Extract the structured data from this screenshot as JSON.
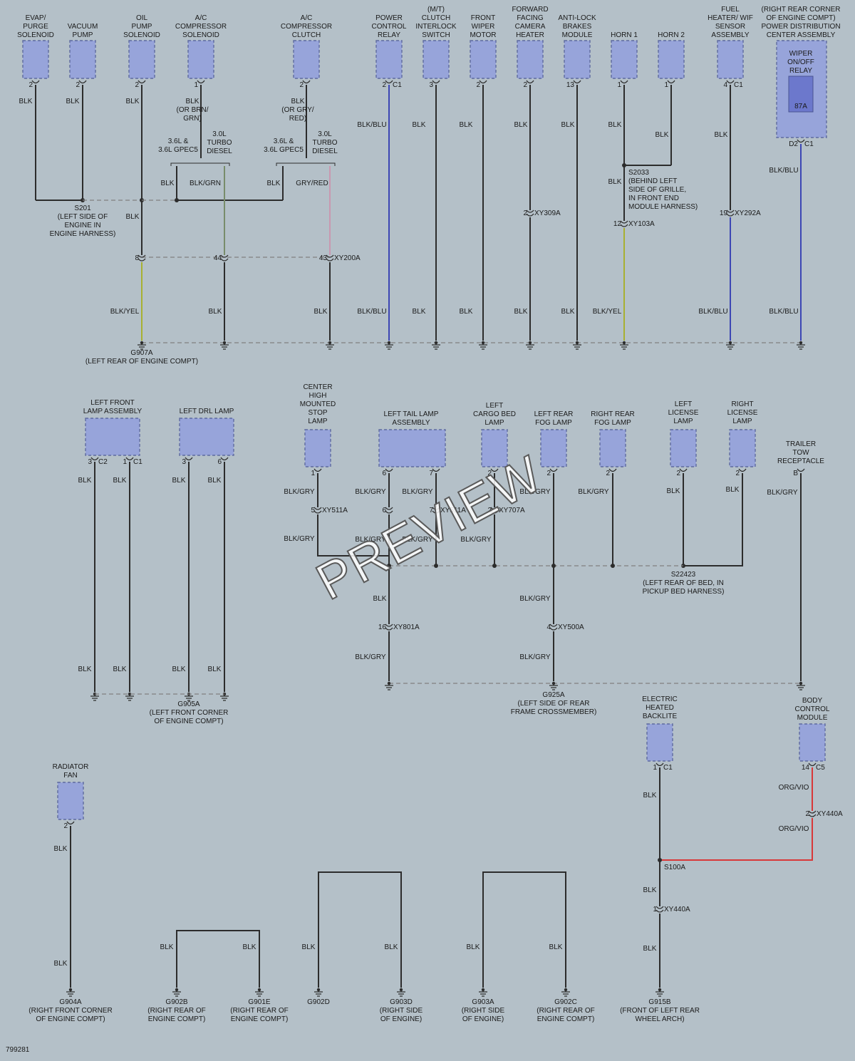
{
  "doc_id": "799281",
  "watermark": "PREVIEW",
  "colors": {
    "background": "#b4c0c8",
    "component_fill": "#97a4da",
    "component_border": "#5f6b9f",
    "wire_black": "#2c2c2c",
    "wire_blue": "#3c46b4",
    "wire_yellow": "#a8b030",
    "wire_red": "#d83838",
    "wire_pink": "#c898b0",
    "wire_green": "#788c6a",
    "ground_dash": "#808080"
  },
  "components": [
    {
      "id": "evap",
      "label": [
        "EVAP/",
        "PURGE",
        "SOLENOID"
      ],
      "pin": "2"
    },
    {
      "id": "vacuum",
      "label": [
        "VACUUM",
        "PUMP"
      ],
      "pin": "2"
    },
    {
      "id": "oil",
      "label": [
        "OIL",
        "PUMP",
        "SOLENOID"
      ],
      "pin": "2"
    },
    {
      "id": "acsol",
      "label": [
        "A/C",
        "COMPRESSOR",
        "SOLENOID"
      ],
      "pin": "1"
    },
    {
      "id": "accl",
      "label": [
        "A/C",
        "COMPRESSOR",
        "CLUTCH"
      ],
      "pin": "2"
    },
    {
      "id": "pcr",
      "label": [
        "POWER",
        "CONTROL",
        "RELAY"
      ],
      "pin": "2",
      "conn": "C1"
    },
    {
      "id": "clutch",
      "label": [
        "(M/T)",
        "CLUTCH",
        "INTERLOCK",
        "SWITCH"
      ],
      "pin": "3"
    },
    {
      "id": "wiper",
      "label": [
        "FRONT",
        "WIPER",
        "MOTOR"
      ],
      "pin": "2"
    },
    {
      "id": "camera",
      "label": [
        "FORWARD",
        "FACING",
        "CAMERA",
        "HEATER"
      ],
      "pin": "2"
    },
    {
      "id": "abs",
      "label": [
        "ANTI-LOCK",
        "BRAKES",
        "MODULE"
      ],
      "pin": "13"
    },
    {
      "id": "horn1",
      "label": [
        "HORN 1"
      ],
      "pin": "1"
    },
    {
      "id": "horn2",
      "label": [
        "HORN 2"
      ],
      "pin": "1"
    },
    {
      "id": "fuel",
      "label": [
        "FUEL",
        "HEATER/ WIF",
        "SENSOR",
        "ASSEMBLY"
      ],
      "pin": "4",
      "conn": "C1"
    },
    {
      "id": "pdc",
      "label": [
        "(RIGHT REAR CORNER",
        "OF ENGINE COMPT)",
        "POWER DISTRIBUTION",
        "CENTER ASSEMBLY"
      ],
      "pin": "D2",
      "conn": "C1"
    },
    {
      "id": "lfront",
      "label": [
        "LEFT FRONT",
        "LAMP ASSEMBLY"
      ]
    },
    {
      "id": "ldrl",
      "label": [
        "LEFT DRL LAMP"
      ]
    },
    {
      "id": "chmsl",
      "label": [
        "CENTER",
        "HIGH",
        "MOUNTED",
        "STOP",
        "LAMP"
      ],
      "pin": "1"
    },
    {
      "id": "ltail",
      "label": [
        "LEFT TAIL LAMP",
        "ASSEMBLY"
      ]
    },
    {
      "id": "lcargo",
      "label": [
        "LEFT",
        "CARGO BED",
        "LAMP"
      ],
      "pin": "2"
    },
    {
      "id": "lfog",
      "label": [
        "LEFT REAR",
        "FOG LAMP"
      ],
      "pin": "2"
    },
    {
      "id": "rfog",
      "label": [
        "RIGHT REAR",
        "FOG LAMP"
      ],
      "pin": "2"
    },
    {
      "id": "llic",
      "label": [
        "LEFT",
        "LICENSE",
        "LAMP"
      ],
      "pin": "2"
    },
    {
      "id": "rlic",
      "label": [
        "RIGHT",
        "LICENSE",
        "LAMP"
      ],
      "pin": "2"
    },
    {
      "id": "trailer",
      "label": [
        "TRAILER",
        "TOW",
        "RECEPTACLE"
      ],
      "pin": "B"
    },
    {
      "id": "backlite",
      "label": [
        "ELECTRIC",
        "HEATED",
        "BACKLITE"
      ],
      "pin": "1",
      "conn": "C1"
    },
    {
      "id": "bcm",
      "label": [
        "BODY",
        "CONTROL",
        "MODULE"
      ],
      "pin": "14",
      "conn": "C5"
    },
    {
      "id": "radfan",
      "label": [
        "RADIATOR",
        "FAN"
      ],
      "pin": "2"
    }
  ],
  "relay": {
    "label": [
      "WIPER",
      "ON/OFF",
      "RELAY"
    ],
    "terminal": "87A"
  },
  "pins": {
    "lfront_a": "3",
    "lfront_a_conn": "C2",
    "lfront_b": "1",
    "lfront_b_conn": "C1",
    "ldrl_a": "3",
    "ldrl_b": "6",
    "ltail_a": "6",
    "ltail_b": "7"
  },
  "wire_labels": {
    "blk": "BLK",
    "blk_blu": "BLK/BLU",
    "blk_yel": "BLK/YEL",
    "blk_grn": "BLK/GRN",
    "gry_red": "GRY/RED",
    "blk_gry": "BLK/GRY",
    "org_vio": "ORG/VIO",
    "blk_or_brn": [
      "BLK",
      "(OR BRN/",
      "GRN)"
    ],
    "blk_or_gry": [
      "BLK",
      "(OR GRY/",
      "RED)"
    ]
  },
  "variants": {
    "gas": [
      "3.6L &",
      "3.6L GPEC5"
    ],
    "diesel": [
      "3.0L",
      "TURBO",
      "DIESEL"
    ]
  },
  "connectors": {
    "xy200a": {
      "name": "XY200A",
      "pins": [
        "8",
        "44",
        "43"
      ]
    },
    "xy309a": {
      "name": "XY309A",
      "pin": "2"
    },
    "xy103a": {
      "name": "XY103A",
      "pin": "12"
    },
    "xy292a": {
      "name": "XY292A",
      "pin": "19"
    },
    "xy511a": {
      "name": "XY511A",
      "pin": "5"
    },
    "xy511a_b": {
      "name": "XY511A",
      "pins": [
        "6",
        "7"
      ]
    },
    "xy707a": {
      "name": "XY707A",
      "pin": "2"
    },
    "xy801a": {
      "name": "XY801A",
      "pin": "16"
    },
    "xy500a": {
      "name": "XY500A",
      "pin": "4"
    },
    "xy440a_a": {
      "name": "XY440A",
      "pin": "2"
    },
    "xy440a_b": {
      "name": "XY440A",
      "pin": "1"
    }
  },
  "splices": {
    "s201": [
      "S201",
      "(LEFT SIDE OF",
      "ENGINE IN",
      "ENGINE HARNESS)"
    ],
    "s2033": [
      "S2033",
      "(BEHIND LEFT",
      "SIDE OF GRILLE,",
      "IN FRONT END",
      "MODULE HARNESS)"
    ],
    "s22423": [
      "S22423",
      "(LEFT REAR OF BED, IN",
      "PICKUP BED HARNESS)"
    ],
    "s100a": [
      "S100A"
    ]
  },
  "grounds": {
    "g907a": [
      "G907A",
      "(LEFT REAR OF ENGINE COMPT)"
    ],
    "g905a": [
      "G905A",
      "(LEFT FRONT CORNER",
      "OF ENGINE COMPT)"
    ],
    "g925a": [
      "G925A",
      "(LEFT SIDE OF REAR",
      "FRAME CROSSMEMBER)"
    ],
    "g904a": [
      "G904A",
      "(RIGHT FRONT CORNER",
      "OF ENGINE COMPT)"
    ],
    "g902b": [
      "G902B",
      "(RIGHT REAR OF",
      "ENGINE COMPT)"
    ],
    "g901e": [
      "G901E",
      "(RIGHT REAR OF",
      "ENGINE COMPT)"
    ],
    "g902d": [
      "G902D"
    ],
    "g903d": [
      "G903D",
      "(RIGHT SIDE",
      "OF ENGINE)"
    ],
    "g903a": [
      "G903A",
      "(RIGHT SIDE",
      "OF ENGINE)"
    ],
    "g902c": [
      "G902C",
      "(RIGHT REAR OF",
      "ENGINE COMPT)"
    ],
    "g915b": [
      "G915B",
      "(FRONT OF LEFT REAR",
      "WHEEL ARCH)"
    ]
  }
}
